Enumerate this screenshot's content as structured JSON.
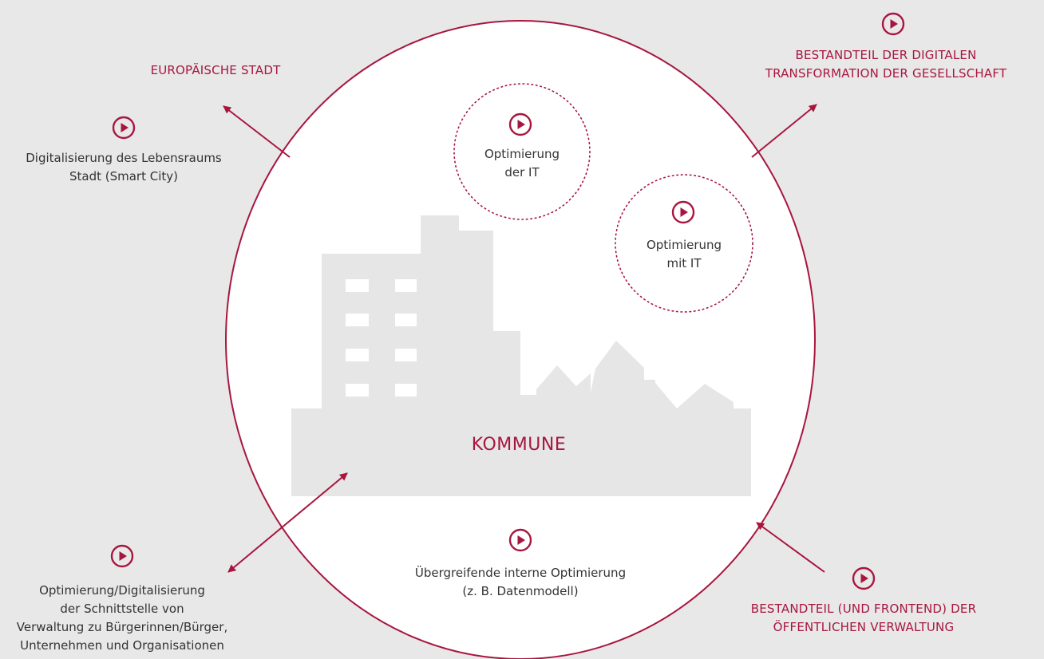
{
  "colors": {
    "accent": "#a8163f",
    "background": "#e8e8e9",
    "circle_fill": "#ffffff",
    "silhouette": "#e6e6e7"
  },
  "center": {
    "label": "KOMMUNE"
  },
  "icons": {
    "play": "play-circle-icon",
    "arrow": "double-arrow"
  },
  "nodes": {
    "europaeische_stadt": {
      "label": "EUROPÄISCHE STADT"
    },
    "smart_city": {
      "lines": [
        "Digitalisierung des Lebensraums",
        "Stadt (Smart City)"
      ]
    },
    "digitale_transformation": {
      "lines": [
        "BESTANDTEIL DER DIGITALEN",
        "TRANSFORMATION DER GESELLSCHAFT"
      ]
    },
    "optimierung_der_it": {
      "lines": [
        "Optimierung",
        "der IT"
      ]
    },
    "optimierung_mit_it": {
      "lines": [
        "Optimierung",
        "mit IT"
      ]
    },
    "interne_optimierung": {
      "lines": [
        "Übergreifende interne Optimierung",
        "(z. B. Datenmodell)"
      ]
    },
    "schnittstelle": {
      "lines": [
        "Optimierung/Digitalisierung",
        "der Schnittstelle von",
        "Verwaltung zu Bürgerinnen/Bürger,",
        "Unternehmen und Organisationen"
      ]
    },
    "oeffentliche_verwaltung": {
      "lines": [
        "BESTANDTEIL (UND FRONTEND) DER",
        "ÖFFENTLICHEN VERWALTUNG"
      ]
    }
  }
}
